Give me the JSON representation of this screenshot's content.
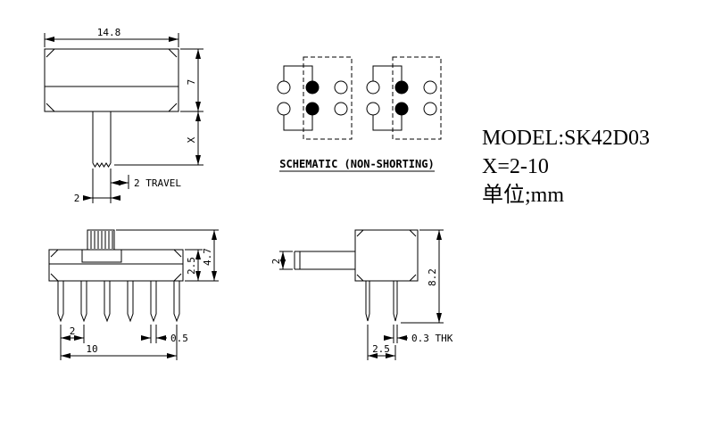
{
  "info": {
    "model": "MODEL:SK42D03",
    "x_range": "X=2-10",
    "units": "单位;mm"
  },
  "schematic": {
    "label": "SCHEMATIC (NON-SHORTING)"
  },
  "front_view": {
    "width": "14.8",
    "height": "7",
    "x_dim": "X",
    "travel": "2 TRAVEL",
    "stem_width": "2"
  },
  "side_view": {
    "total_height": "4.7",
    "body_height": "2.5",
    "pin_pitch": "2",
    "pin_width": "0.5",
    "pin_span": "10"
  },
  "end_view": {
    "stem_height": "2",
    "total_height": "8.2",
    "pin_thickness": "0.3 THK",
    "pin_spacing": "2.5"
  }
}
